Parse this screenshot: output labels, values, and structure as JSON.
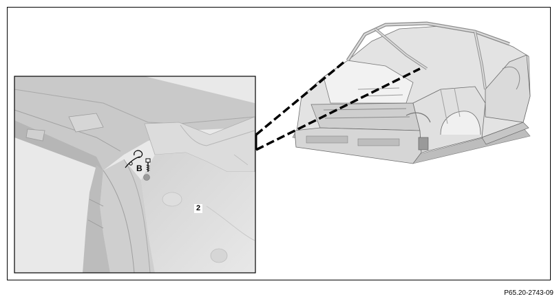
{
  "figure": {
    "code": "P65.20-2743-09"
  },
  "callouts": {
    "b": "B",
    "part": "2"
  },
  "icons": {
    "clip": "fastener-clip-icon",
    "screw": "screw-icon"
  },
  "colors": {
    "line": "#000000",
    "panel_light": "#e6e6e6",
    "panel_mid": "#cfcfcf",
    "panel_dark": "#b5b5b5"
  }
}
